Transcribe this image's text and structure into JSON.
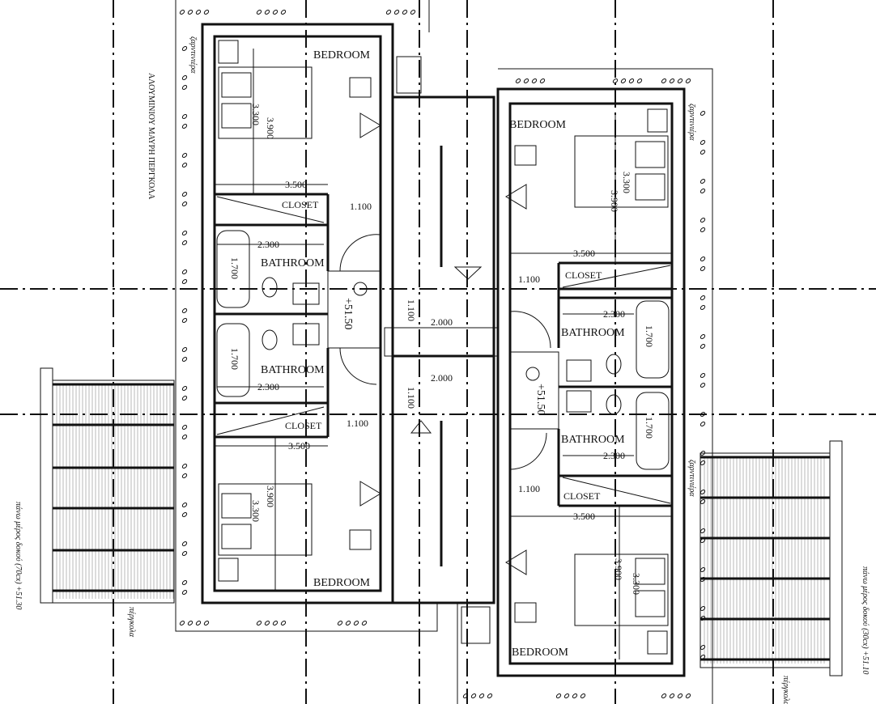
{
  "rooms": {
    "bedroom": "BEDROOM",
    "closet": "CLOSET",
    "bathroom": "BATHROOM"
  },
  "levels": {
    "hall_left": "+51.50",
    "hall_right": "+51.50"
  },
  "dimensions": {
    "width_bedroom": "3.500",
    "depth_bedroom": "3.900",
    "bed_length": "3.300",
    "closet_depth": "1.100",
    "bath_width": "2.300",
    "bath_depth": "1.700",
    "landing_width": "2.000",
    "landing_depth": "1.100"
  },
  "annotations": {
    "pergola_material": "ΑΛΟΥΜΙΝΙΟΥ ΜΑΥΡΗ ΠΕΡΓΚΟΛΑ",
    "beam_left": "πάνω μέρος δοκού (70cx) +51.30",
    "beam_right": "πάνω μέρος δοκού (30cx) +51.10",
    "pergola": "πέργκολα",
    "planter": "ζαρντινιέρα"
  }
}
